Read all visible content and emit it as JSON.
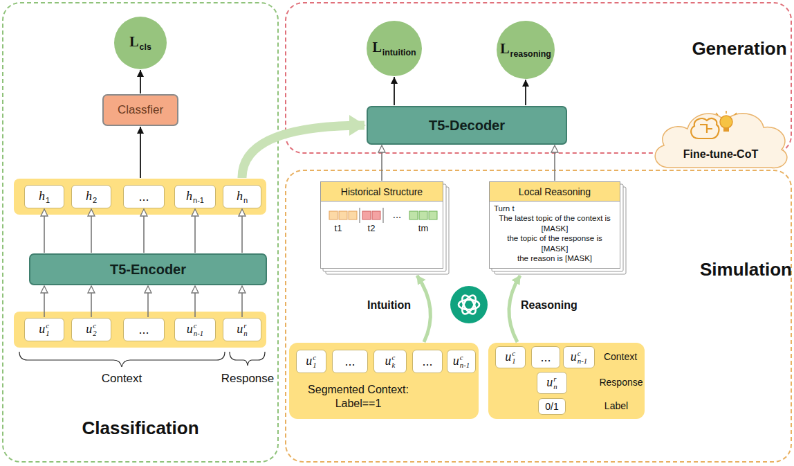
{
  "diagram": {
    "nodes": [
      {
        "text": [
          "Classification"
        ]
      },
      {
        "text": [
          "L",
          "cls"
        ],
        "in": 0
      },
      {
        "text": [
          "Classfier"
        ],
        "in": 0
      },
      {
        "text": [],
        "in": 0
      },
      {
        "text": [
          "h",
          "1"
        ],
        "in": 3
      },
      {
        "text": [
          "h",
          "2"
        ],
        "in": 3
      },
      {
        "text": [
          "..."
        ],
        "in": 3
      },
      {
        "text": [
          "h",
          "n-1"
        ],
        "in": 3
      },
      {
        "text": [
          "h",
          "n"
        ],
        "in": 3
      },
      {
        "text": [
          "T5-Encoder"
        ],
        "in": 0
      },
      {
        "text": [],
        "in": 0
      },
      {
        "text": [
          "u",
          "c",
          "1"
        ],
        "in": 10
      },
      {
        "text": [
          "u",
          "c",
          "2"
        ],
        "in": 10
      },
      {
        "text": [
          "..."
        ],
        "in": 10
      },
      {
        "text": [
          "u",
          "c",
          "n-1"
        ],
        "in": 10
      },
      {
        "text": [
          "u",
          "r",
          "n"
        ],
        "in": 10
      },
      {
        "text": [
          "Generation"
        ]
      },
      {
        "text": [
          "L",
          "intuition"
        ],
        "in": 16
      },
      {
        "text": [
          "L",
          "reasoning"
        ],
        "in": 16
      },
      {
        "text": [
          "T5-Decoder"
        ],
        "in": 16
      },
      {
        "text": [
          "Simulation"
        ]
      },
      {
        "text": [
          "Historical Structure"
        ],
        "in": 20
      },
      {
        "text": [
          "Local Reasoning",
          "Turn t",
          "The latest topic of the context is [MASK]",
          "the topic of the response is [MASK]",
          "the reason is [MASK]"
        ],
        "in": 20
      },
      {
        "text": [
          "Segmented Context: Label==1"
        ],
        "in": 20
      },
      {
        "text": [
          "u",
          "c",
          "1"
        ],
        "in": 23
      },
      {
        "text": [
          "..."
        ],
        "in": 23
      },
      {
        "text": [
          "u",
          "c",
          "k"
        ],
        "in": 23
      },
      {
        "text": [
          "..."
        ],
        "in": 23
      },
      {
        "text": [
          "u",
          "c",
          "n-1"
        ],
        "in": 23
      },
      {
        "text": [],
        "in": 20
      },
      {
        "text": [
          "u",
          "c",
          "1"
        ],
        "in": 29
      },
      {
        "text": [
          "..."
        ],
        "in": 29
      },
      {
        "text": [
          "u",
          "c",
          "n-1"
        ],
        "in": 29
      },
      {
        "text": [
          "u",
          "r",
          "n"
        ],
        "in": 29
      },
      {
        "text": [
          "0/1"
        ],
        "in": 29
      },
      {
        "text": [
          "Fine-tune-CoT"
        ]
      }
    ],
    "edges": [
      {
        "from": 11,
        "to": 9,
        "arrow": "to"
      },
      {
        "from": 12,
        "to": 9,
        "arrow": "to"
      },
      {
        "from": 13,
        "to": 9,
        "arrow": "to"
      },
      {
        "from": 14,
        "to": 9,
        "arrow": "to"
      },
      {
        "from": 15,
        "to": 9,
        "arrow": "to"
      },
      {
        "from": 9,
        "to": 4,
        "arrow": "to"
      },
      {
        "from": 9,
        "to": 5,
        "arrow": "to"
      },
      {
        "from": 9,
        "to": 6,
        "arrow": "to"
      },
      {
        "from": 9,
        "to": 7,
        "arrow": "to"
      },
      {
        "from": 9,
        "to": 8,
        "arrow": "to"
      },
      {
        "from": 3,
        "to": 2,
        "arrow": "to"
      },
      {
        "from": 2,
        "to": 1,
        "arrow": "to"
      },
      {
        "from": 3,
        "to": 19,
        "arrow": "to"
      },
      {
        "from": 19,
        "to": 17,
        "arrow": "to"
      },
      {
        "from": 19,
        "to": 18,
        "arrow": "to"
      },
      {
        "from": 21,
        "to": 19,
        "arrow": "to"
      },
      {
        "from": 22,
        "to": 19,
        "arrow": "to"
      },
      {
        "from": 23,
        "to": 21,
        "arrow": "to",
        "label": "Intuition"
      },
      {
        "from": 29,
        "to": 22,
        "arrow": "to",
        "label": "Reasoning"
      }
    ],
    "labels": [
      "Context",
      "Response",
      "t1",
      "t2",
      "...",
      "tm",
      "Context",
      "Response",
      "Label"
    ]
  }
}
